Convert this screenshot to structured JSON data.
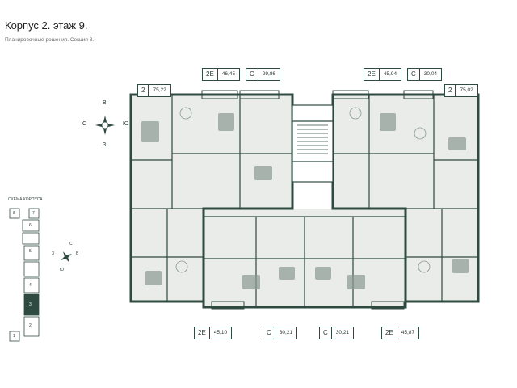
{
  "header": {
    "title": "Корпус 2. этаж 9.",
    "subtitle": "Планировочные решения. Секция 3."
  },
  "schema": {
    "label": "СХЕМА КОРПУСА",
    "sections": [
      "8",
      "7",
      "6",
      "5",
      "4",
      "3",
      "2",
      "1"
    ],
    "active": "3"
  },
  "compass": {
    "n": "В",
    "s": "З",
    "w": "С",
    "e": "Ю"
  },
  "apartments_top": [
    {
      "code": "2",
      "area": "75,22"
    },
    {
      "code": "2E",
      "area": "46,45"
    },
    {
      "code": "С",
      "area": "29,86"
    },
    {
      "code": "2E",
      "area": "45,94"
    },
    {
      "code": "С",
      "area": "30,04"
    },
    {
      "code": "2",
      "area": "75,02"
    }
  ],
  "apartments_bottom": [
    {
      "code": "2E",
      "area": "45,10"
    },
    {
      "code": "С",
      "area": "30,21"
    },
    {
      "code": "С",
      "area": "30,21"
    },
    {
      "code": "2E",
      "area": "45,87"
    }
  ],
  "colors": {
    "wall": "#2f4a40",
    "floor": "#e9ece9",
    "fixture": "#8a9a92",
    "mark": "#6a7d73"
  }
}
